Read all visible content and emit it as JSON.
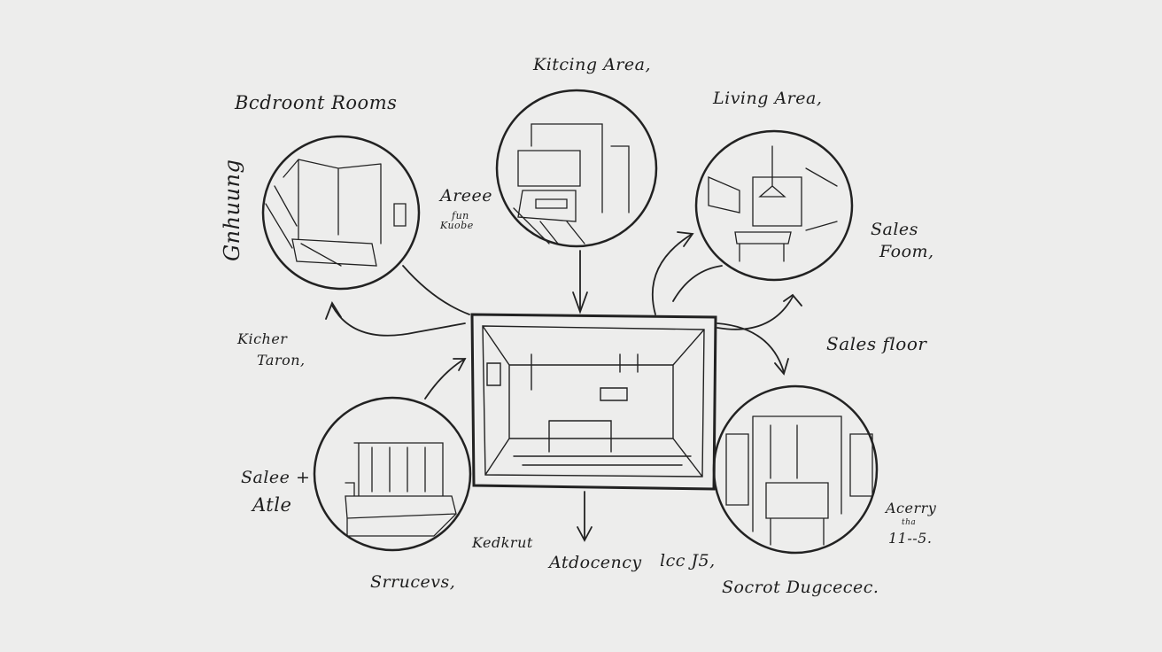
{
  "labels": {
    "bedroom_rooms": "Bcdroont Rooms",
    "kitchen_area": "Kitcing Area,",
    "living_area": "Living Area,",
    "vertical": "Gnhuung",
    "areee": "Areee",
    "areee_sub1": "fun",
    "areee_sub2": "Kuobe",
    "sales_room_1": "Sales",
    "sales_room_2": "Foom,",
    "kicher_1": "Kicher",
    "kicher_2": "Taron,",
    "sales_floor": "Sales floor",
    "salee_1": "Salee +",
    "salee_2": "Atle",
    "acerry": "Acerry",
    "acerry_sup": "tha",
    "acerry_sub": "11--5.",
    "kedkrut": "Kedkrut",
    "adjacency": "Atdocency",
    "lcc": "lcc J5,",
    "srrucevs": "Srrucevs,",
    "socrot": "Socrot Dugcecec."
  },
  "colors": {
    "ink": "#1e1e1e",
    "paper": "#ededec"
  }
}
